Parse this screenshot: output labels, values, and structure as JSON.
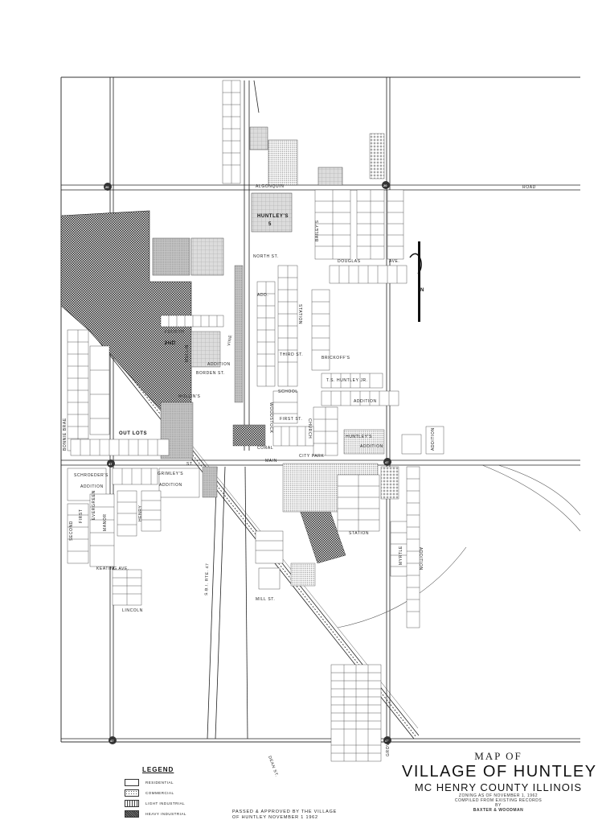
{
  "title": {
    "map_of": "MAP OF",
    "village": "VILLAGE OF HUNTLEY",
    "county": "MC HENRY COUNTY  ILLINOIS",
    "zoning_date": "ZONING AS OF NOVEMBER 1, 1962",
    "compiled": "COMPILED FROM EXISTING RECORDS",
    "by": "BY",
    "author": "BAXTER & WOODMAN"
  },
  "legend": {
    "title": "LEGEND",
    "items": [
      {
        "label": "RESIDENTIAL",
        "pattern": "none"
      },
      {
        "label": "COMMERCIAL",
        "pattern": "dots"
      },
      {
        "label": "LIGHT INDUSTRIAL",
        "pattern": "crosses"
      },
      {
        "label": "HEAVY INDUSTRIAL",
        "pattern": "crosshatch"
      }
    ]
  },
  "approval": {
    "line1": "PASSED & APPROVED BY THE VILLAGE",
    "line2": "OF HUNTLEY   NOVEMBER 1       1962"
  },
  "streets": {
    "algonquin": "ALGONQUIN",
    "road": "ROAD",
    "douglas": "DOUGLAS",
    "ave": "AVE.",
    "north_st": "NORTH ST.",
    "fourth": "FOURTH",
    "third": "THIRD ST.",
    "first": "FIRST ST.",
    "coral": "CORAL",
    "main": "MAIN",
    "st": "ST.",
    "borden": "BORDEN ST.",
    "school": "SCHOOL",
    "mill": "MILL ST.",
    "keating": "KEATING AVE.",
    "lincoln": "LINCOLN",
    "station": "STATION",
    "woodstock": "WOODSTOCK",
    "church": "CHURCH",
    "city_park": "CITY PARK",
    "dean": "DEAN ST.",
    "grove": "GROVE",
    "myrtle": "MYRTLE",
    "rte47": "S.B.I. RTE. 47",
    "henry": "HENRY",
    "vine": "VINE",
    "mullin": "MULLIN"
  },
  "subdivisions": {
    "huntleys": "HUNTLEY'S",
    "huntleys_n": "5",
    "add": "ADD.",
    "out_lots": "OUT LOTS",
    "schroeders": "SCHROEDER'S",
    "addition": "ADDITION",
    "grimleys": "GRIMLEY'S",
    "first": "FIRST",
    "second": "SECOND",
    "second_n": "2ND",
    "mullins": "MULLIN'S",
    "brookoffs": "BRICKOFF'S",
    "ts_huntley": "T.S. HUNTLEY JR.",
    "huntleys_add": "HUNTLEY'S",
    "baileys": "BAILEY'S",
    "evergreen": "EVERGREEN",
    "manor": "MANOR",
    "bonnie_brae": "BONNIE BRAE"
  },
  "route_markers": [
    "20",
    "20",
    "47",
    "47",
    "47",
    "47"
  ],
  "north_letter": "N",
  "map_features": {
    "zones": [
      {
        "type": "heavy",
        "desc": "heavy industrial west"
      },
      {
        "type": "light",
        "desc": "light industrial"
      },
      {
        "type": "commercial",
        "desc": "commercial"
      }
    ]
  }
}
